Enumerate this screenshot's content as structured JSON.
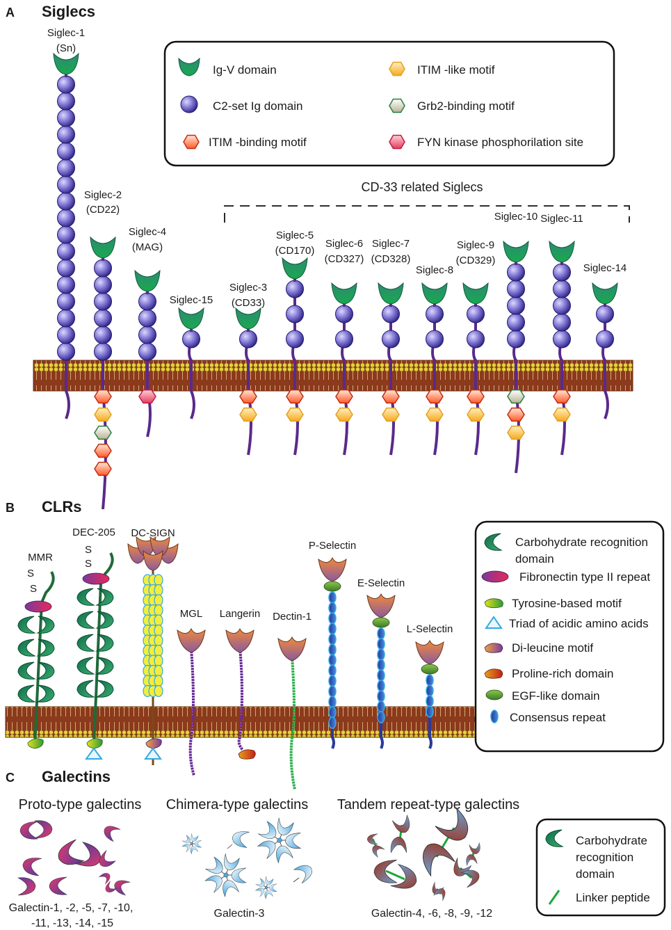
{
  "panels": {
    "a": {
      "letter": "A",
      "title": "Siglecs"
    },
    "b": {
      "letter": "B",
      "title": "CLRs"
    },
    "c": {
      "letter": "C",
      "title": "Galectins"
    }
  },
  "siglec_legend": [
    {
      "icon": "igv-domain-icon",
      "label": "Ig-V domain"
    },
    {
      "icon": "c2-ig-domain-icon",
      "label": "C2-set Ig domain"
    },
    {
      "icon": "itim-binding-motif-icon",
      "label": "ITIM -binding motif"
    },
    {
      "icon": "itim-like-motif-icon",
      "label": "ITIM -like motif"
    },
    {
      "icon": "grb2-binding-motif-icon",
      "label": "Grb2-binding motif"
    },
    {
      "icon": "fyn-site-icon",
      "label": "FYN kinase phosphorilation site"
    }
  ],
  "cd33_group_label": "CD-33 related Siglecs",
  "siglecs": [
    {
      "name": "Siglec-1",
      "alt": "(Sn)"
    },
    {
      "name": "Siglec-2",
      "alt": "(CD22)"
    },
    {
      "name": "Siglec-4",
      "alt": "(MAG)"
    },
    {
      "name": "Siglec-15",
      "alt": ""
    },
    {
      "name": "Siglec-3",
      "alt": "(CD33)"
    },
    {
      "name": "Siglec-5",
      "alt": "(CD170)"
    },
    {
      "name": "Siglec-6",
      "alt": "(CD327)"
    },
    {
      "name": "Siglec-7",
      "alt": "(CD328)"
    },
    {
      "name": "Siglec-8",
      "alt": ""
    },
    {
      "name": "Siglec-9",
      "alt": "(CD329)"
    },
    {
      "name": "Siglec-10",
      "alt": ""
    },
    {
      "name": "Siglec-11",
      "alt": ""
    },
    {
      "name": "Siglec-14",
      "alt": ""
    }
  ],
  "clrs": [
    "MMR",
    "DEC-205",
    "DC-SIGN",
    "MGL",
    "Langerin",
    "Dectin-1",
    "P-Selectin",
    "E-Selectin",
    "L-Selectin"
  ],
  "disulfide_label": "S",
  "clr_legend": [
    {
      "icon": "crd-icon",
      "label": "Carbohydrate recognition domain"
    },
    {
      "icon": "fibronectin-repeat-icon",
      "label": "Fibronectin type II repeat"
    },
    {
      "icon": "tyrosine-motif-icon",
      "label": "Tyrosine-based motif"
    },
    {
      "icon": "acidic-triad-icon",
      "label": "Triad of acidic amino acids"
    },
    {
      "icon": "dileucine-motif-icon",
      "label": "Di-leucine motif"
    },
    {
      "icon": "proline-rich-icon",
      "label": "Proline-rich domain"
    },
    {
      "icon": "egf-domain-icon",
      "label": "EGF-like domain"
    },
    {
      "icon": "consensus-repeat-icon",
      "label": "Consensus repeat"
    }
  ],
  "galectin_groups": [
    {
      "title": "Proto-type galectins",
      "members": [
        "Galectin-1, -2, -5, -7, -10,",
        "-11, -13, -14, -15"
      ]
    },
    {
      "title": "Chimera-type galectins",
      "members": [
        "Galectin-3"
      ]
    },
    {
      "title": "Tandem repeat-type galectins",
      "members": [
        "Galectin-4, -6, -8, -9, -12"
      ]
    }
  ],
  "galectin_legend": [
    {
      "icon": "crd-icon",
      "lines": [
        "Carbohydrate",
        "recognition",
        "domain"
      ]
    },
    {
      "icon": "linker-peptide-icon",
      "lines": [
        "Linker peptide"
      ]
    }
  ],
  "colors": {
    "membrane": "#8b3a1c",
    "lipid_head": "#e3d23a",
    "ig_domain": "#6b63c2",
    "itim_binding": "#e0411f",
    "itim_like": "#f5b43a",
    "grb2": "#c7c7a0",
    "fyn": "#e8506e",
    "igv": "#1f8a5a",
    "stalk": "#5a2a8a",
    "crd_clr": "#d9855a",
    "fibronectin": "#c42f6d",
    "tyrosine": "#c6c41c",
    "acidic": "#37a8e0",
    "egf": "#5f9a34",
    "consensus": "#2a4aa0",
    "dcsign_neck": "#f3ee3c"
  }
}
